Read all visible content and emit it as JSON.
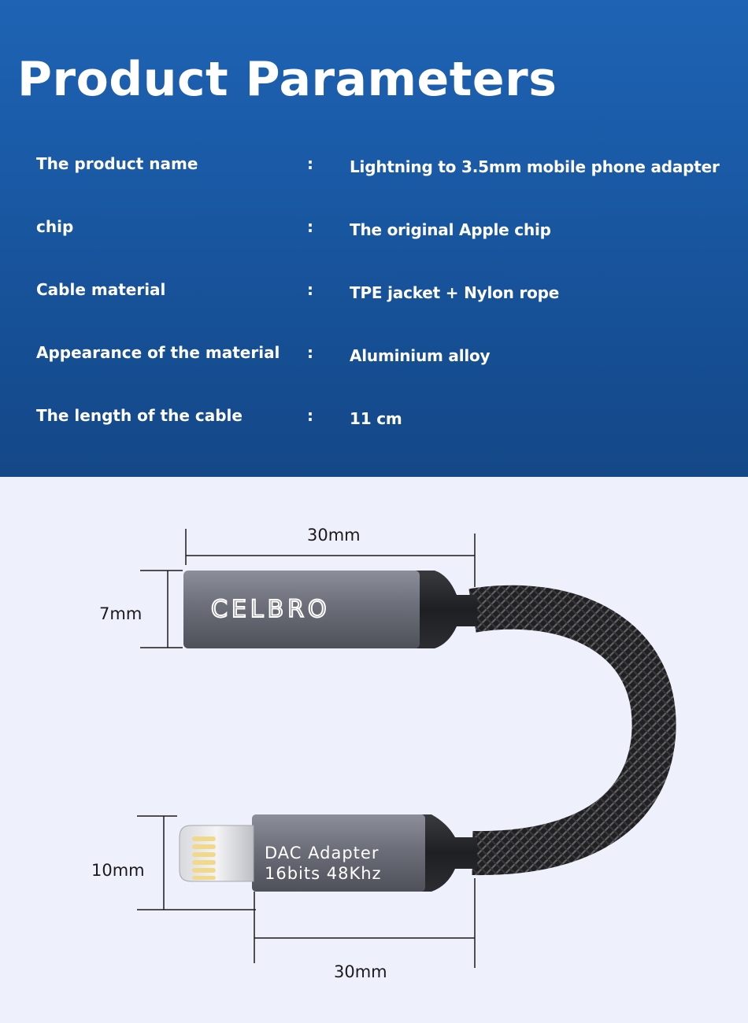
{
  "title": "Product Parameters",
  "separator": ":",
  "params": [
    {
      "label": "The product name",
      "value": "Lightning to 3.5mm mobile phone adapter"
    },
    {
      "label": "chip",
      "value": "The original Apple chip"
    },
    {
      "label": "Cable material",
      "value": "TPE jacket + Nylon rope"
    },
    {
      "label": "Appearance of the material",
      "value": "Aluminium alloy"
    },
    {
      "label": "The length of the cable",
      "value": "11 cm"
    }
  ],
  "dimensions": {
    "top_width": "30mm",
    "top_height": "7mm",
    "bottom_height": "10mm",
    "bottom_width": "30mm"
  },
  "product": {
    "brand": "CELBRO",
    "line1": "DAC Adapter",
    "line2": "16bits 48Khz"
  },
  "colors": {
    "header_bg": "#1a5aa6",
    "page_bg": "#eef0fb",
    "housing": "#6b6e78",
    "cable": "#2a2a2c"
  }
}
